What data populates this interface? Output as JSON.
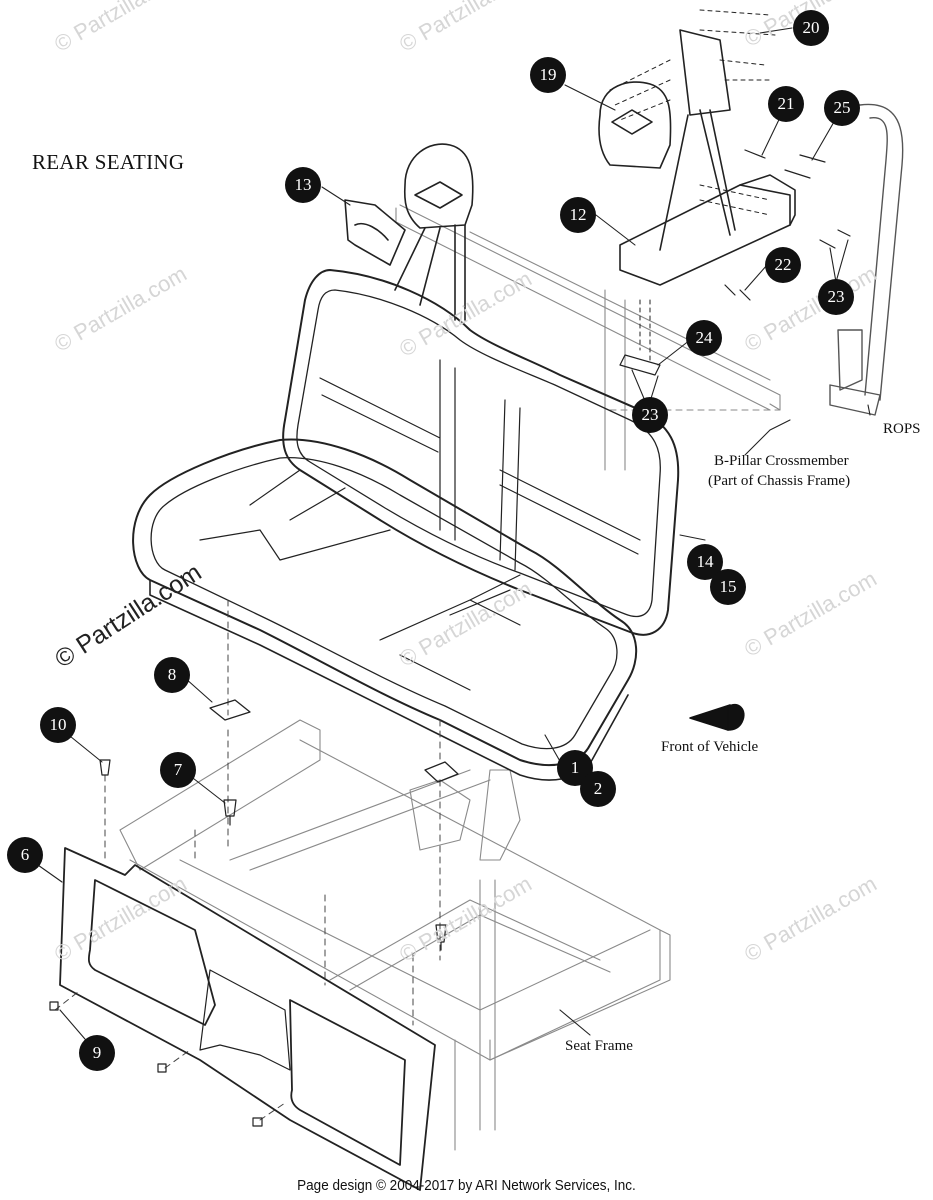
{
  "title": "REAR SEATING",
  "watermark": "© Partzilla.com",
  "callouts": [
    {
      "n": "1"
    },
    {
      "n": "2"
    },
    {
      "n": "6"
    },
    {
      "n": "7"
    },
    {
      "n": "8"
    },
    {
      "n": "9"
    },
    {
      "n": "10"
    },
    {
      "n": "12"
    },
    {
      "n": "13"
    },
    {
      "n": "14"
    },
    {
      "n": "15"
    },
    {
      "n": "19"
    },
    {
      "n": "20"
    },
    {
      "n": "21"
    },
    {
      "n": "22"
    },
    {
      "n": "23"
    },
    {
      "n": "23"
    },
    {
      "n": "24"
    },
    {
      "n": "25"
    }
  ],
  "labels": {
    "rops": "ROPS",
    "b_pillar_line1": "B-Pillar Crossmember",
    "b_pillar_line2": "(Part of Chassis Frame)",
    "front_of_vehicle": "Front of Vehicle",
    "seat_frame": "Seat Frame"
  },
  "footer": "Page design © 2004-2017 by ARI Network Services, Inc.",
  "colors": {
    "line": "#222222",
    "light_line": "#9a9a9a",
    "callout_bg": "#111111",
    "watermark": "#d6d6d6"
  }
}
